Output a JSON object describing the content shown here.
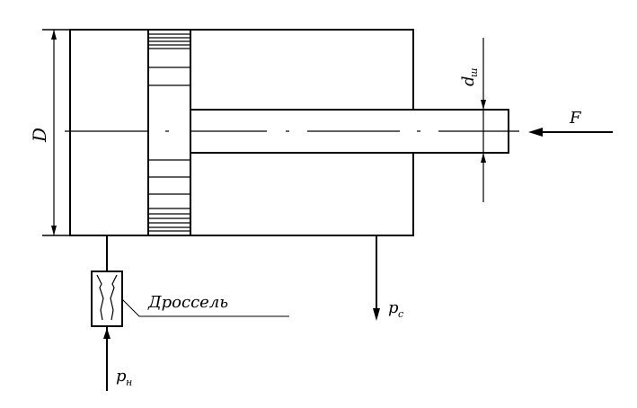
{
  "labels": {
    "diameter": "D",
    "rod_diameter_base": "d",
    "rod_diameter_sub": "ш",
    "force": "F",
    "throttle": "Дроссель",
    "pressure_drain_base": "p",
    "pressure_drain_sub": "c",
    "pressure_supply_base": "p",
    "pressure_supply_sub": "н"
  },
  "colors": {
    "stroke": "#000000",
    "background": "#ffffff"
  }
}
